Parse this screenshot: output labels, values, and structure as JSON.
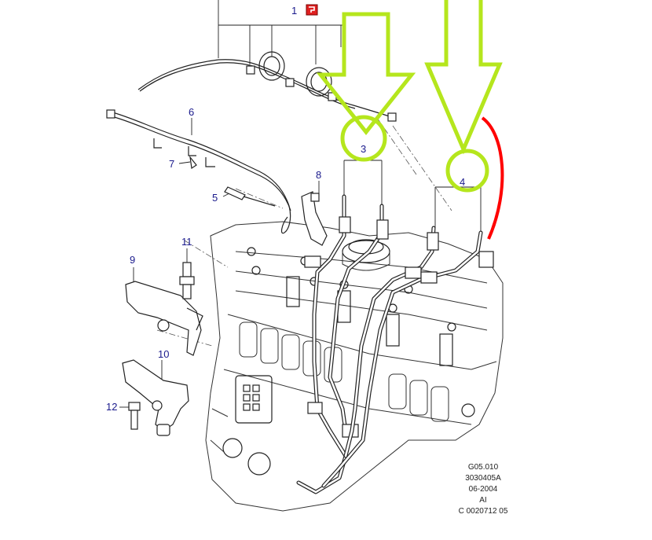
{
  "callouts": {
    "c1": "1",
    "c3": "3",
    "c4": "4",
    "c5": "5",
    "c6": "6",
    "c7": "7",
    "c8": "8",
    "c9": "9",
    "c10": "10",
    "c11": "11",
    "c12": "12"
  },
  "stamp": {
    "line1": "G05.010",
    "line2": "3030405A",
    "line3": "06-2004",
    "line4": "AI",
    "line5": "C 0020712 05"
  },
  "colors": {
    "highlight": "#b5e61d",
    "red_line": "#ff0000",
    "callout_text": "#1a1a8c",
    "linework": "#222222"
  },
  "icons": {
    "c1_flag": "red-flag-icon"
  }
}
